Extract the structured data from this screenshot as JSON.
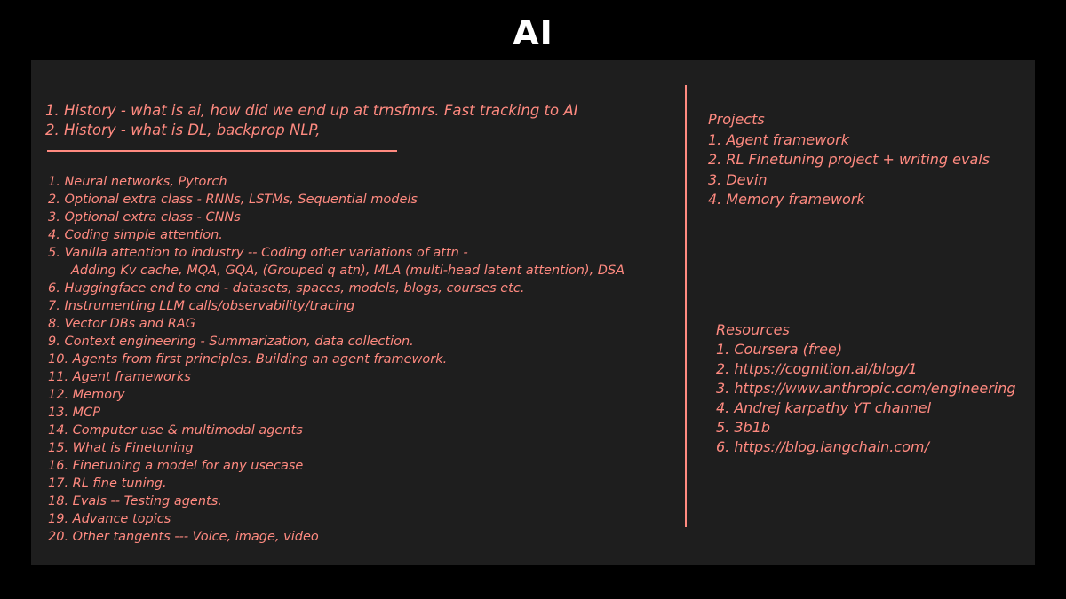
{
  "title": "AI",
  "history": [
    "1. History  - what is ai, how did we end up at trnsfmrs. Fast tracking to AI",
    "2. History - what is DL, backprop NLP,"
  ],
  "topics": [
    "1. Neural networks, Pytorch",
    "2. Optional extra class - RNNs, LSTMs, Sequential models",
    "3. Optional extra class - CNNs",
    "4. Coding simple attention.",
    "5. Vanilla attention to industry -- Coding other variations of attn -",
    "Adding Kv cache, MQA, GQA, (Grouped q atn), MLA (multi-head latent attention), DSA",
    "6. Huggingface end to end - datasets, spaces, models, blogs, courses etc.",
    "7. Instrumenting LLM calls/observability/tracing",
    "8. Vector DBs and RAG",
    "9. Context engineering - Summarization, data collection.",
    "10. Agents from first principles. Building an agent framework.",
    "11. Agent frameworks",
    "12. Memory",
    "13. MCP",
    "14. Computer use & multimodal agents",
    "15. What is Finetuning",
    "16. Finetuning a model for any usecase",
    "17. RL fine tuning.",
    "18. Evals -- Testing agents.",
    "19. Advance topics",
    "20. Other tangents --- Voice, image, video"
  ],
  "projects": {
    "heading": "Projects",
    "items": [
      "1. Agent framework",
      "2. RL Finetuning project + writing evals",
      "3. Devin",
      "4. Memory framework"
    ]
  },
  "resources": {
    "heading": "Resources",
    "items": [
      "1. Coursera (free)",
      "2. https://cognition.ai/blog/1",
      "3. https://www.anthropic.com/engineering",
      "4. Andrej karpathy YT channel",
      "5. 3b1b",
      "6. https://blog.langchain.com/"
    ]
  },
  "colors": {
    "background": "#000000",
    "board": "#1e1e1e",
    "ink": "#ff8a80",
    "title": "#ffffff"
  }
}
